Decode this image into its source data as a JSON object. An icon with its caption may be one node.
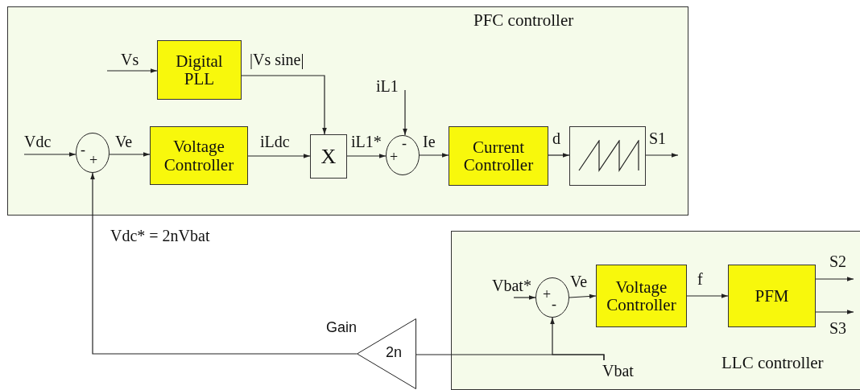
{
  "diagram": {
    "nodes": [
      {
        "text": [
          "PFC controller"
        ]
      },
      {
        "text": [
          "Digital PLL"
        ],
        "in": 0
      },
      {
        "text": [
          "-",
          "+"
        ],
        "in": 0
      },
      {
        "text": [
          "Voltage Controller"
        ],
        "in": 0
      },
      {
        "text": [
          "X"
        ],
        "in": 0
      },
      {
        "text": [
          "-",
          "+"
        ],
        "in": 0
      },
      {
        "text": [
          "Current Controller"
        ],
        "in": 0
      },
      {
        "text": [],
        "shape": "box",
        "in": 0
      },
      {
        "text": [
          "LLC controller"
        ]
      },
      {
        "text": [
          "+",
          "-"
        ],
        "in": 8
      },
      {
        "text": [
          "Voltage Controller"
        ],
        "in": 8
      },
      {
        "text": [
          "PFM"
        ],
        "in": 8
      },
      {
        "text": [
          "2n"
        ],
        "beside": [
          "Gain"
        ]
      },
      {
        "text": [
          "Vbat"
        ],
        "in": 8
      }
    ],
    "edges": [
      {
        "from": null,
        "to": 1,
        "arrow": "to",
        "label": "Vs"
      },
      {
        "from": 1,
        "to": 4,
        "arrow": "to",
        "label": "|Vs sine|"
      },
      {
        "from": null,
        "to": 2,
        "arrow": "to",
        "label": "Vdc"
      },
      {
        "from": 2,
        "to": 3,
        "arrow": "to",
        "label": "Ve"
      },
      {
        "from": 3,
        "to": 4,
        "arrow": "to",
        "label": "iLdc"
      },
      {
        "from": 4,
        "to": 5,
        "arrow": "to",
        "label": "iL1*"
      },
      {
        "from": null,
        "to": 5,
        "arrow": "to",
        "label": "iL1"
      },
      {
        "from": 5,
        "to": 6,
        "arrow": "to",
        "label": "Ie"
      },
      {
        "from": 6,
        "to": 7,
        "arrow": "to",
        "label": "d"
      },
      {
        "from": 7,
        "to": null,
        "arrow": "to",
        "label": "S1"
      },
      {
        "from": 12,
        "to": 2,
        "arrow": "to",
        "label": "Vdc* = 2nVbat"
      },
      {
        "from": null,
        "to": 9,
        "arrow": "to",
        "label": "Vbat*"
      },
      {
        "from": 9,
        "to": 10,
        "arrow": "to",
        "label": "Ve"
      },
      {
        "from": 10,
        "to": 11,
        "arrow": "to",
        "label": "f"
      },
      {
        "from": 11,
        "to": null,
        "arrow": "to",
        "label": "S2"
      },
      {
        "from": 11,
        "to": null,
        "arrow": "to",
        "label": "S3"
      },
      {
        "from": 13,
        "to": 12,
        "arrow": "none"
      },
      {
        "from": 13,
        "to": 9,
        "arrow": "to"
      }
    ]
  }
}
